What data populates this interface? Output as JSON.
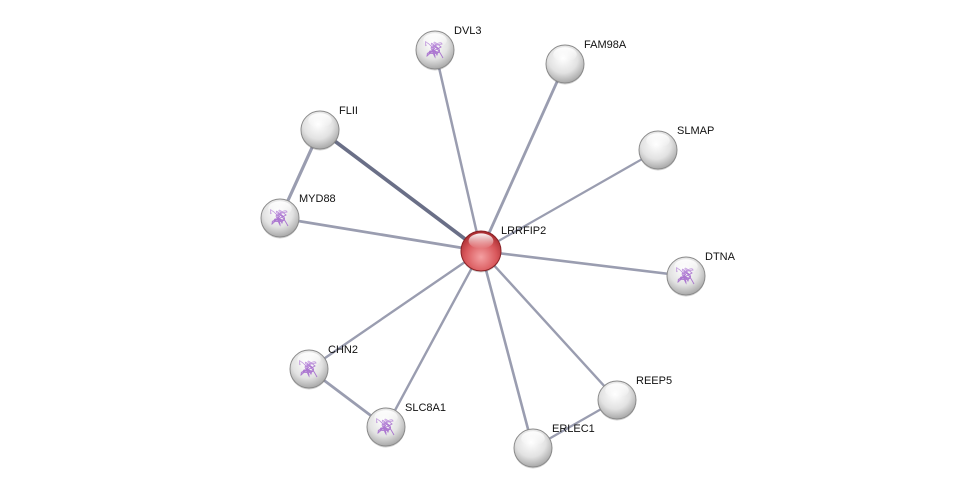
{
  "network": {
    "center": "LRRFIP2",
    "colors": {
      "query_node": "#d9585c",
      "partner_node": "#e4e4e4",
      "edge": "#9a9db0",
      "edge_strong": "#6a6f87",
      "structure": "#9b59c9"
    },
    "nodes": [
      {
        "id": "LRRFIP2",
        "label": "LRRFIP2",
        "query": true,
        "has_structure": false
      },
      {
        "id": "DVL3",
        "label": "DVL3",
        "query": false,
        "has_structure": true
      },
      {
        "id": "FAM98A",
        "label": "FAM98A",
        "query": false,
        "has_structure": false
      },
      {
        "id": "FLII",
        "label": "FLII",
        "query": false,
        "has_structure": false
      },
      {
        "id": "SLMAP",
        "label": "SLMAP",
        "query": false,
        "has_structure": false
      },
      {
        "id": "MYD88",
        "label": "MYD88",
        "query": false,
        "has_structure": true
      },
      {
        "id": "DTNA",
        "label": "DTNA",
        "query": false,
        "has_structure": true
      },
      {
        "id": "CHN2",
        "label": "CHN2",
        "query": false,
        "has_structure": true
      },
      {
        "id": "REEP5",
        "label": "REEP5",
        "query": false,
        "has_structure": false
      },
      {
        "id": "SLC8A1",
        "label": "SLC8A1",
        "query": false,
        "has_structure": true
      },
      {
        "id": "ERLEC1",
        "label": "ERLEC1",
        "query": false,
        "has_structure": false
      }
    ],
    "edges": [
      {
        "from": "LRRFIP2",
        "to": "DVL3",
        "strength": 0.5
      },
      {
        "from": "LRRFIP2",
        "to": "FAM98A",
        "strength": 0.6
      },
      {
        "from": "LRRFIP2",
        "to": "FLII",
        "strength": 0.95
      },
      {
        "from": "LRRFIP2",
        "to": "SLMAP",
        "strength": 0.4
      },
      {
        "from": "LRRFIP2",
        "to": "MYD88",
        "strength": 0.6
      },
      {
        "from": "LRRFIP2",
        "to": "DTNA",
        "strength": 0.55
      },
      {
        "from": "LRRFIP2",
        "to": "CHN2",
        "strength": 0.45
      },
      {
        "from": "LRRFIP2",
        "to": "REEP5",
        "strength": 0.45
      },
      {
        "from": "LRRFIP2",
        "to": "SLC8A1",
        "strength": 0.45
      },
      {
        "from": "LRRFIP2",
        "to": "ERLEC1",
        "strength": 0.55
      },
      {
        "from": "FLII",
        "to": "MYD88",
        "strength": 0.75
      },
      {
        "from": "CHN2",
        "to": "SLC8A1",
        "strength": 0.6
      },
      {
        "from": "ERLEC1",
        "to": "REEP5",
        "strength": 0.4
      }
    ]
  }
}
